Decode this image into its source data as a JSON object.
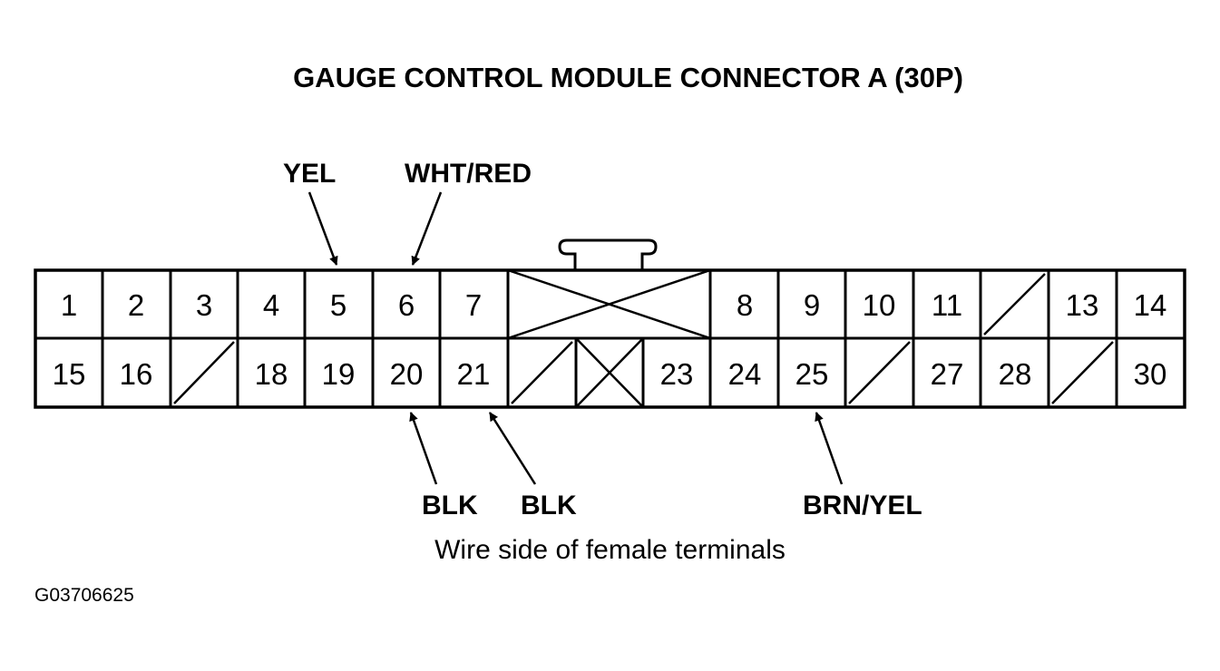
{
  "title": "GAUGE CONTROL MODULE CONNECTOR A (30P)",
  "subtitle": "Wire side of female terminals",
  "figure_id": "G03706625",
  "connector": {
    "top_row": [
      "1",
      "2",
      "3",
      "4",
      "5",
      "6",
      "7",
      "",
      "8",
      "9",
      "10",
      "11",
      "",
      "13",
      "14"
    ],
    "bottom_row": [
      "15",
      "16",
      "",
      "18",
      "19",
      "20",
      "21",
      "",
      "",
      "23",
      "24",
      "25",
      "",
      "27",
      "28",
      "",
      "30"
    ]
  },
  "wire_labels": {
    "pin5": "YEL",
    "pin6": "WHT/RED",
    "pin20": "BLK",
    "pin21": "BLK",
    "pin25": "BRN/YEL"
  }
}
